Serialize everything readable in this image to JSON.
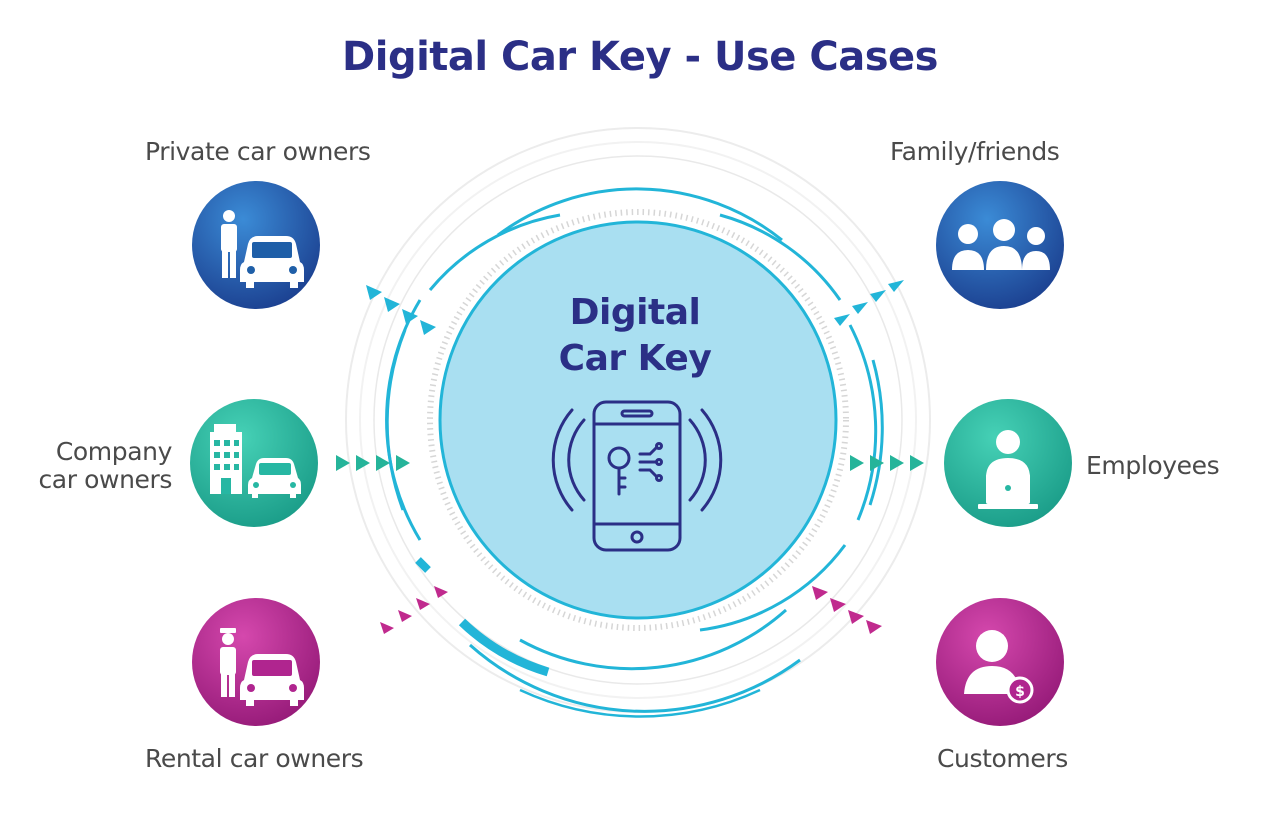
{
  "title": "Digital Car Key - Use Cases",
  "center": {
    "line1": "Digital",
    "line2": "Car Key",
    "icon": "smartphone-key-icon"
  },
  "use_cases": {
    "private_car_owners": {
      "label": "Private car owners",
      "icon": "person-with-car-icon",
      "color": "#1f5fa8"
    },
    "company_car_owners": {
      "line1": "Company",
      "line2": "car owners",
      "icon": "building-with-car-icon",
      "color": "#27b7a3"
    },
    "rental_car_owners": {
      "label": "Rental car owners",
      "icon": "valet-with-car-icon",
      "color": "#b0258f"
    },
    "family_friends": {
      "label": "Family/friends",
      "icon": "group-of-people-icon",
      "color": "#1f5fa8"
    },
    "employees": {
      "label": "Employees",
      "icon": "person-at-laptop-icon",
      "color": "#27b7a3"
    },
    "customers": {
      "label": "Customers",
      "icon": "customer-with-coin-icon",
      "color": "#b0258f"
    }
  },
  "colors": {
    "title": "#2b2f86",
    "cyan": "#22b5d8",
    "pink": "#c02a8e",
    "teal": "#25b49a",
    "hub_fill": "#a8ddf0"
  }
}
